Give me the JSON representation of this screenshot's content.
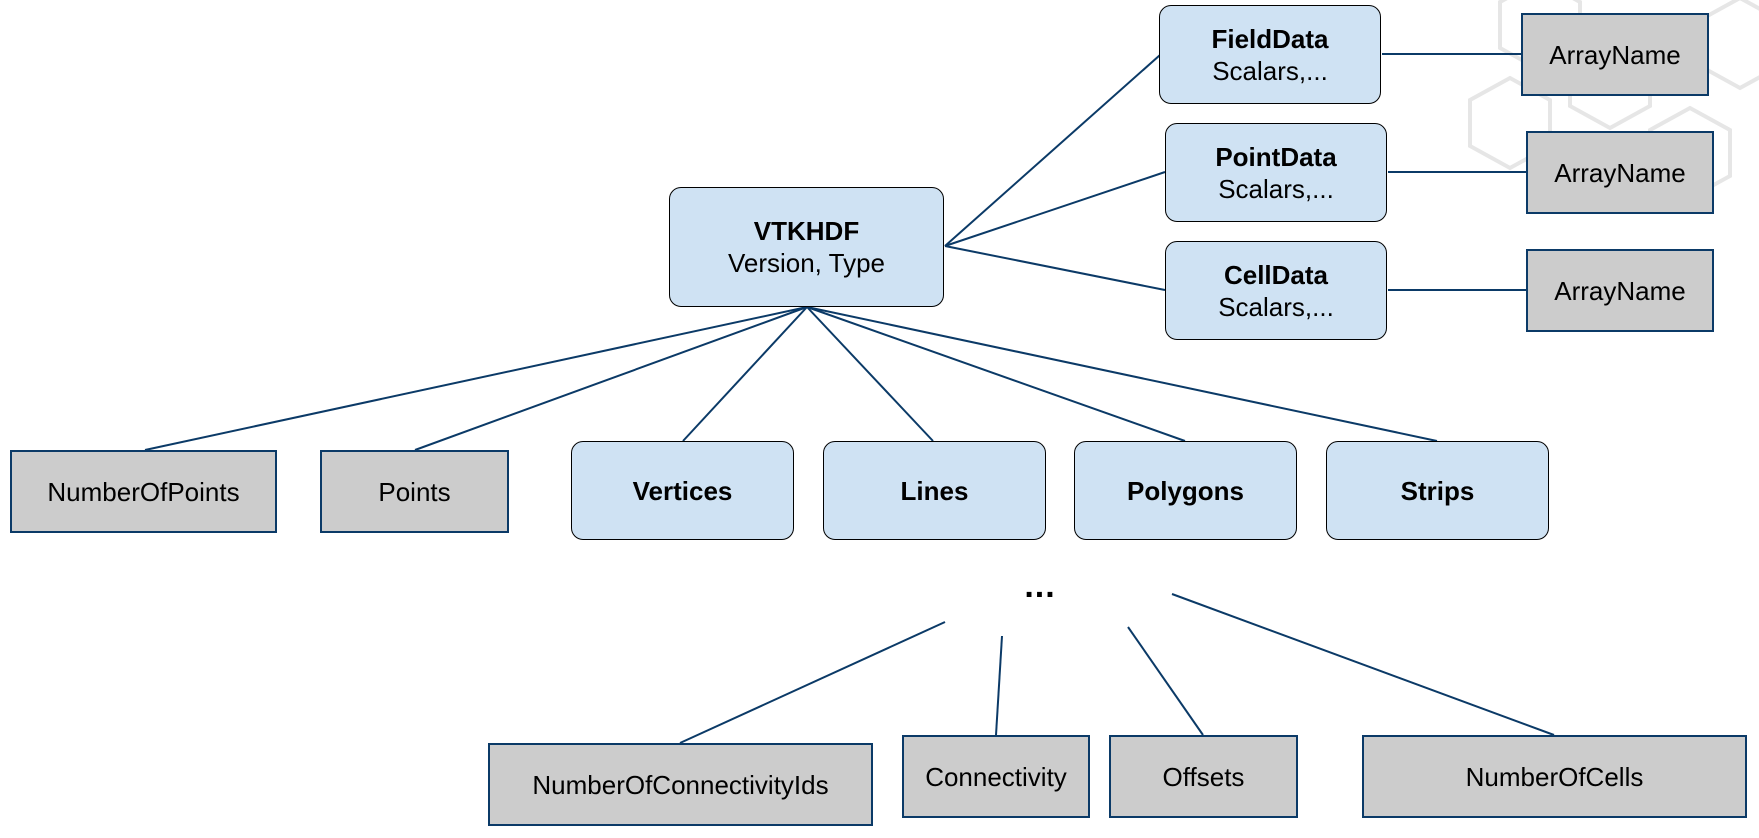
{
  "root": {
    "title": "VTKHDF",
    "subtitle": "Version, Type"
  },
  "attribute_groups": [
    {
      "title": "FieldData",
      "subtitle": "Scalars,...",
      "array": "ArrayName"
    },
    {
      "title": "PointData",
      "subtitle": "Scalars,...",
      "array": "ArrayName"
    },
    {
      "title": "CellData",
      "subtitle": "Scalars,...",
      "array": "ArrayName"
    }
  ],
  "datasets": {
    "number_of_points": "NumberOfPoints",
    "points": "Points"
  },
  "cell_groups": [
    "Vertices",
    "Lines",
    "Polygons",
    "Strips"
  ],
  "ellipsis": "...",
  "cell_arrays": [
    "NumberOfConnectivityIds",
    "Connectivity",
    "Offsets",
    "NumberOfCells"
  ],
  "colors": {
    "group_fill": "#cfe2f3",
    "dataset_fill": "#cccccc",
    "connector": "#0b3a67"
  }
}
